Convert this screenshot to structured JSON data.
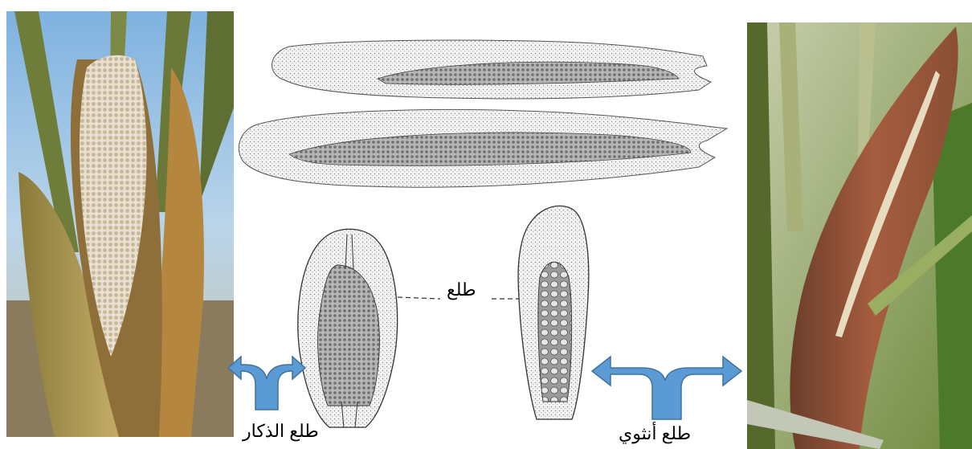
{
  "labels": {
    "center": "طلع",
    "male": "طلع الذكار",
    "female": "طلع أنثوي"
  },
  "colors": {
    "arrow": "#5b9bd5",
    "arrow_stroke": "#41719c",
    "sky": "#9ec3e6",
    "male_cluster": "#ebe4d6",
    "female_spathe": "#9b5a3c"
  },
  "icons": {
    "left_arrow": "double-headed-bent-arrow-icon",
    "right_arrow": "double-headed-bent-arrow-icon"
  }
}
